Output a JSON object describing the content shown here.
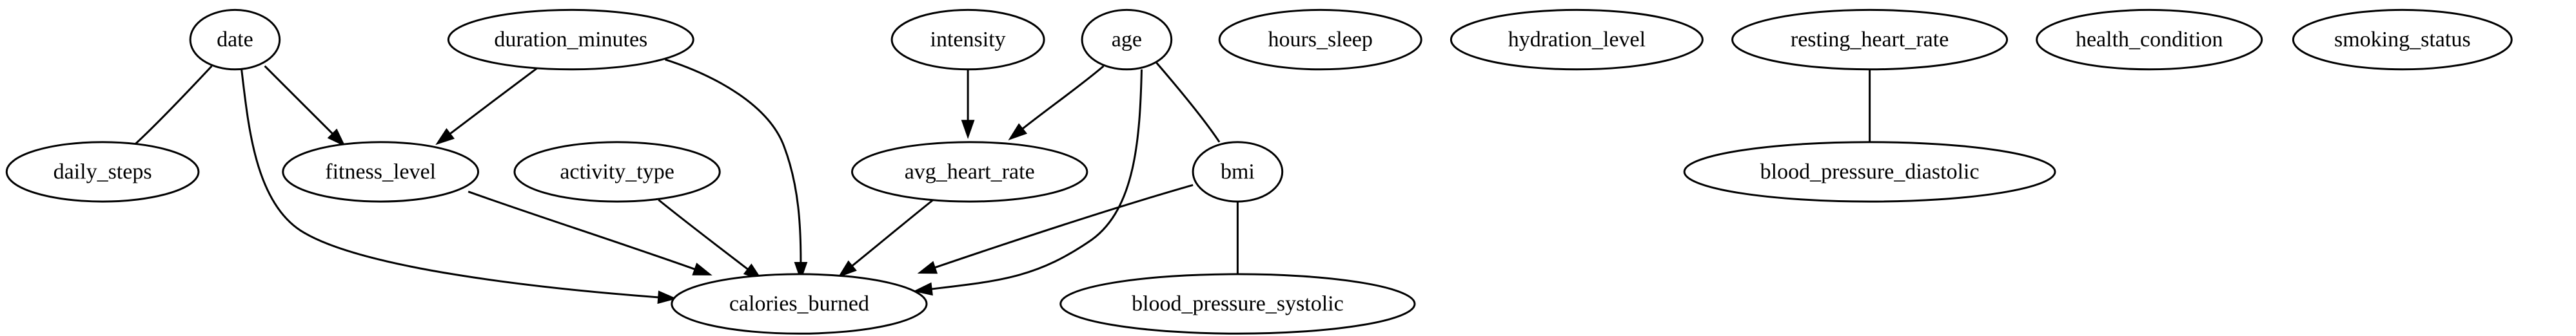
{
  "graph": {
    "nodes": [
      {
        "id": "date",
        "label": "date"
      },
      {
        "id": "duration_minutes",
        "label": "duration_minutes"
      },
      {
        "id": "intensity",
        "label": "intensity"
      },
      {
        "id": "age",
        "label": "age"
      },
      {
        "id": "hours_sleep",
        "label": "hours_sleep"
      },
      {
        "id": "hydration_level",
        "label": "hydration_level"
      },
      {
        "id": "resting_heart_rate",
        "label": "resting_heart_rate"
      },
      {
        "id": "health_condition",
        "label": "health_condition"
      },
      {
        "id": "smoking_status",
        "label": "smoking_status"
      },
      {
        "id": "daily_steps",
        "label": "daily_steps"
      },
      {
        "id": "fitness_level",
        "label": "fitness_level"
      },
      {
        "id": "activity_type",
        "label": "activity_type"
      },
      {
        "id": "avg_heart_rate",
        "label": "avg_heart_rate"
      },
      {
        "id": "bmi",
        "label": "bmi"
      },
      {
        "id": "blood_pressure_diastolic",
        "label": "blood_pressure_diastolic"
      },
      {
        "id": "calories_burned",
        "label": "calories_burned"
      },
      {
        "id": "blood_pressure_systolic",
        "label": "blood_pressure_systolic"
      }
    ],
    "edges": [
      {
        "from": "date",
        "to": "daily_steps",
        "directed": false
      },
      {
        "from": "date",
        "to": "fitness_level",
        "directed": true
      },
      {
        "from": "date",
        "to": "calories_burned",
        "directed": true
      },
      {
        "from": "duration_minutes",
        "to": "fitness_level",
        "directed": true
      },
      {
        "from": "duration_minutes",
        "to": "calories_burned",
        "directed": true
      },
      {
        "from": "intensity",
        "to": "avg_heart_rate",
        "directed": true
      },
      {
        "from": "age",
        "to": "avg_heart_rate",
        "directed": true
      },
      {
        "from": "age",
        "to": "bmi",
        "directed": false
      },
      {
        "from": "age",
        "to": "calories_burned",
        "directed": true
      },
      {
        "from": "resting_heart_rate",
        "to": "blood_pressure_diastolic",
        "directed": false
      },
      {
        "from": "fitness_level",
        "to": "calories_burned",
        "directed": true
      },
      {
        "from": "activity_type",
        "to": "calories_burned",
        "directed": true
      },
      {
        "from": "avg_heart_rate",
        "to": "calories_burned",
        "directed": true
      },
      {
        "from": "bmi",
        "to": "calories_burned",
        "directed": true
      },
      {
        "from": "bmi",
        "to": "blood_pressure_systolic",
        "directed": false
      }
    ]
  }
}
